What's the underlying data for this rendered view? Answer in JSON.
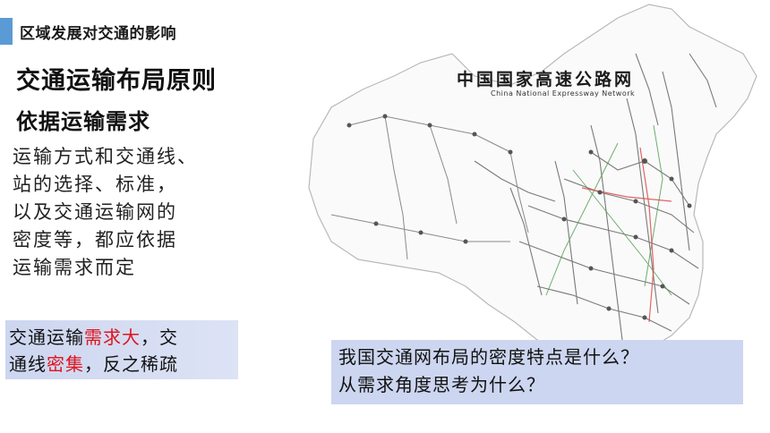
{
  "header": {
    "title": "区域发展对交通的影响"
  },
  "left": {
    "heading": "交通运输布局原则",
    "subheading": "依据运输需求",
    "body_lines": [
      "运输方式和交通线、",
      "站的选择、标准，",
      "以及交通运输网的",
      "密度等，都应依据",
      "运输需求而定"
    ]
  },
  "callout": {
    "line1_a": "交通运输",
    "line1_red": "需求大",
    "line1_b": "，交",
    "line2_a": "通线",
    "line2_red": "密集",
    "line2_b": "，反之稀疏"
  },
  "map": {
    "title": "中国国家高速公路网",
    "subtitle": "China National Expressway Network"
  },
  "question": {
    "line1": "我国交通网布局的密度特点是什么？",
    "line2": "从需求角度思考为什么？"
  },
  "colors": {
    "accent": "#5b9bd5",
    "highlight_red": "#e0141e",
    "panel": "#cdd6f0"
  }
}
